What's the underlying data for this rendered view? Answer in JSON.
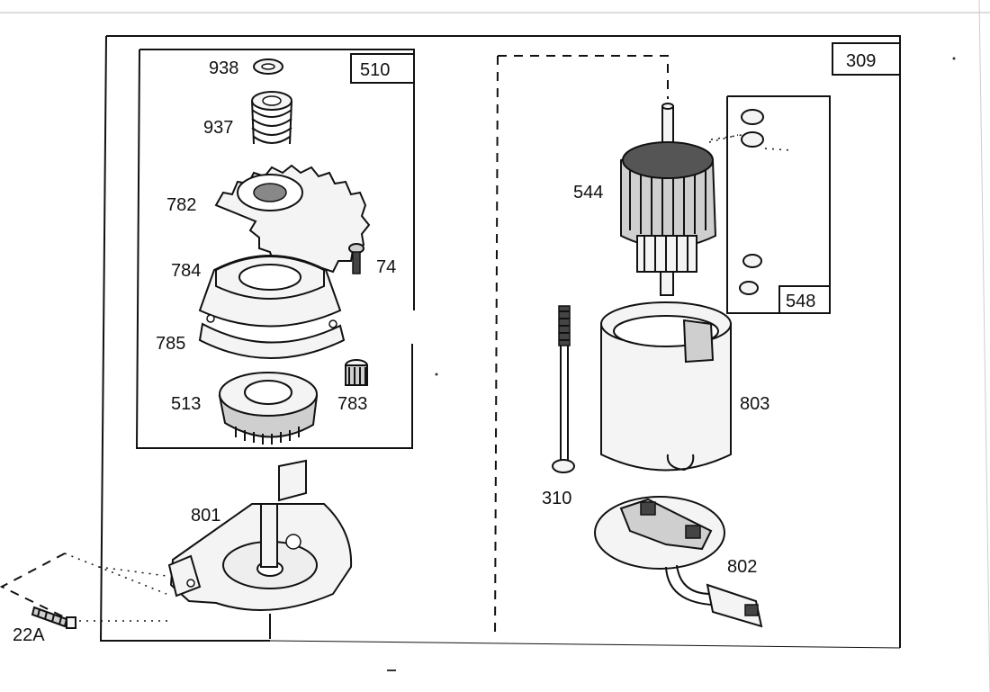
{
  "boxes": {
    "left_kit": "510",
    "motor_assembly": "309",
    "brush_kit": "548"
  },
  "parts": {
    "p938": "938",
    "p937": "937",
    "p782": "782",
    "p74": "74",
    "p784": "784",
    "p785": "785",
    "p513": "513",
    "p783": "783",
    "p801": "801",
    "p22a": "22A",
    "p544": "544",
    "p803": "803",
    "p310": "310",
    "p802": "802"
  }
}
